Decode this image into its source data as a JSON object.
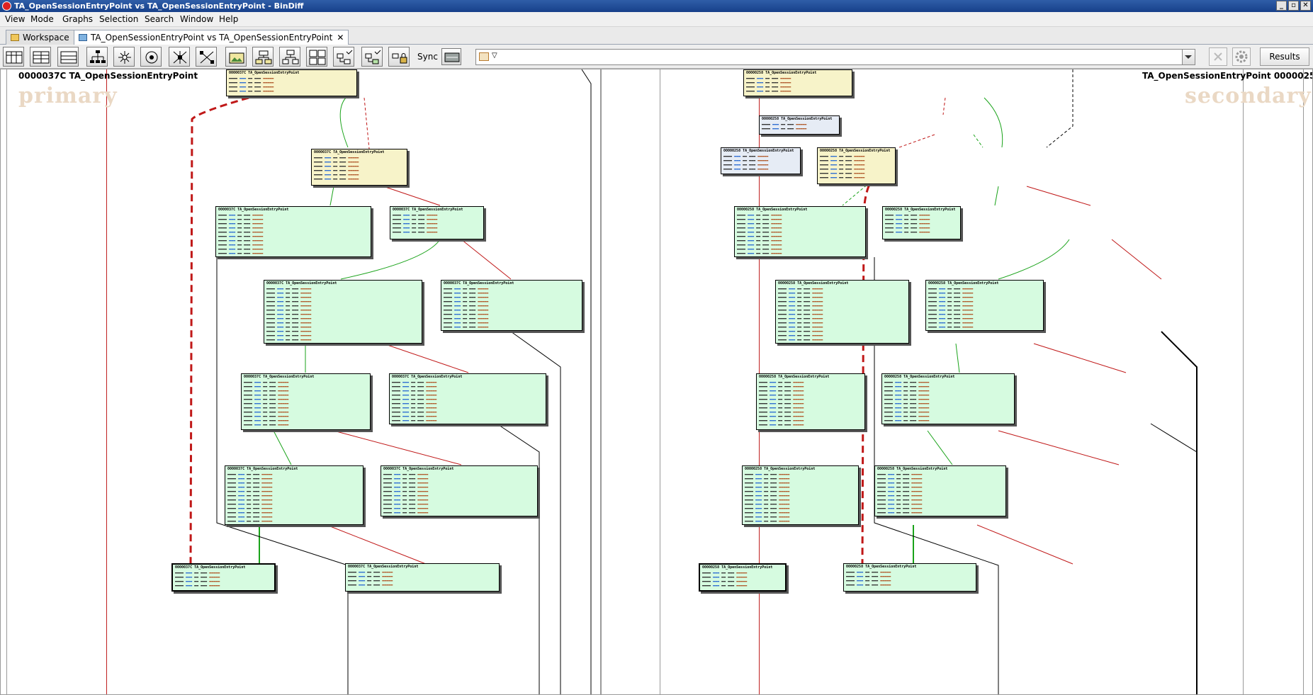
{
  "window": {
    "title": "TA_OpenSessionEntryPoint vs TA_OpenSessionEntryPoint - BinDiff"
  },
  "menu": [
    "View",
    "Mode",
    "Graphs",
    "Selection",
    "Search",
    "Window",
    "Help"
  ],
  "tabs": [
    {
      "label": "Workspace",
      "icon": "folder-icon"
    },
    {
      "label": "TA_OpenSessionEntryPoint vs TA_OpenSessionEntryPoint",
      "icon": "graph-tab-icon"
    }
  ],
  "toolbar": {
    "sync_label": "Sync",
    "results_label": "Results",
    "buttons": [
      "zoom-to-selection",
      "zoom-in-graph",
      "fit-graph",
      "hierarchical-layout",
      "orthogonal-layout",
      "circular-layout",
      "expand-selection",
      "shrink-selection",
      "screenshot",
      "proximity-browsing",
      "hierarchic-select",
      "node-details",
      "matched-graph",
      "select-matched",
      "lock-selection"
    ]
  },
  "primary": {
    "label": "primary",
    "address": "0000037C",
    "function": "TA_OpenSessionEntryPoint"
  },
  "secondary": {
    "label": "secondary",
    "address": "00000258",
    "function": "TA_OpenSessionEntryPoint"
  },
  "node_header_primary": "0000037C  TA_OpenSessionEntryPoint",
  "node_header_secondary": "00000258  TA_OpenSessionEntryPoint",
  "colors": {
    "matched": "#d6fbe0",
    "changed": "#f7f3c9",
    "unmatched": "#e6ecf5",
    "edge_true": "#1aa31a",
    "edge_false": "#c01818"
  }
}
